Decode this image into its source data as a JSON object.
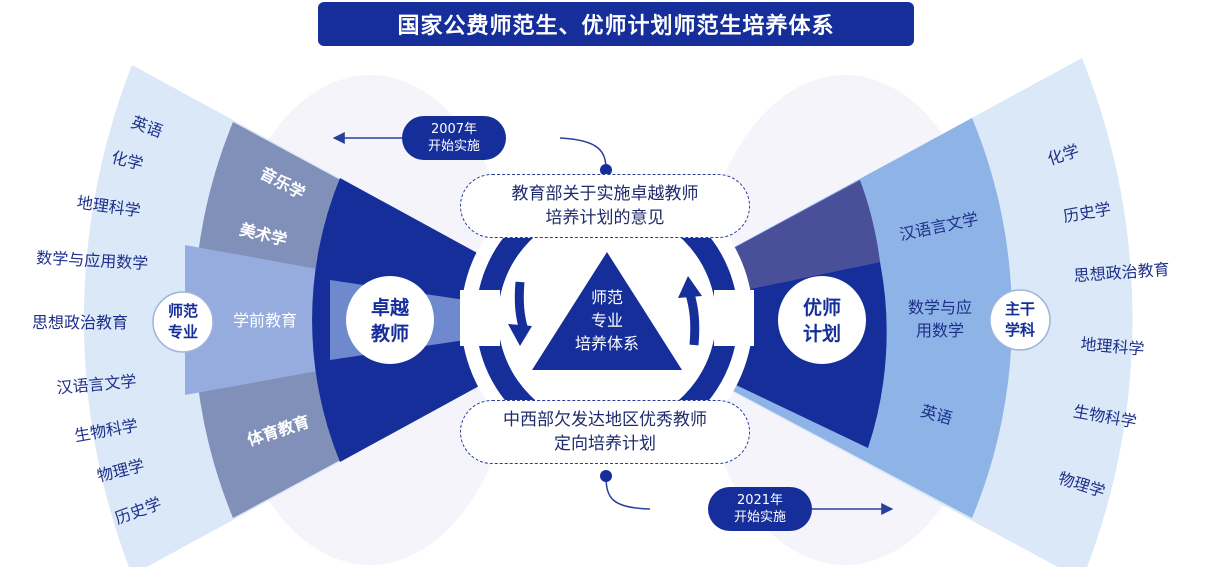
{
  "title": "国家公费师范生、优师计划师范生培养体系",
  "center": {
    "line1": "师范",
    "line2": "专业",
    "line3": "培养体系"
  },
  "top_box": {
    "line1": "教育部关于实施卓越教师",
    "line2": "培养计划的意见"
  },
  "bottom_box": {
    "line1": "中西部欠发达地区优秀教师",
    "line2": "定向培养计划"
  },
  "year_2007": {
    "year": "2007年",
    "label": "开始实施"
  },
  "year_2021": {
    "year": "2021年",
    "label": "开始实施"
  },
  "left_hub": {
    "line1": "卓越",
    "line2": "教师"
  },
  "right_hub": {
    "line1": "优师",
    "line2": "计划"
  },
  "left_badge": {
    "line1": "师范",
    "line2": "专业"
  },
  "right_badge": {
    "line1": "主干",
    "line2": "学科"
  },
  "left_mid": [
    "音乐学",
    "美术学",
    "学前教育",
    "体育教育"
  ],
  "left_outer": [
    "英语",
    "化学",
    "地理科学",
    "数学与应用数学",
    "思想政治教育",
    "汉语言文学",
    "生物科学",
    "物理学",
    "历史学"
  ],
  "right_mid": {
    "item1": "汉语言文学",
    "item2_line1": "数学与应",
    "item2_line2": "用数学",
    "item3": "英语"
  },
  "right_outer": [
    "化学",
    "历史学",
    "思想政治教育",
    "地理科学",
    "生物科学",
    "物理学"
  ],
  "colors": {
    "navy": "#152e9a",
    "grey_blue": "#8090b8",
    "light_blue": "#dbe8f7",
    "mid_blue": "#8eb3e6"
  }
}
